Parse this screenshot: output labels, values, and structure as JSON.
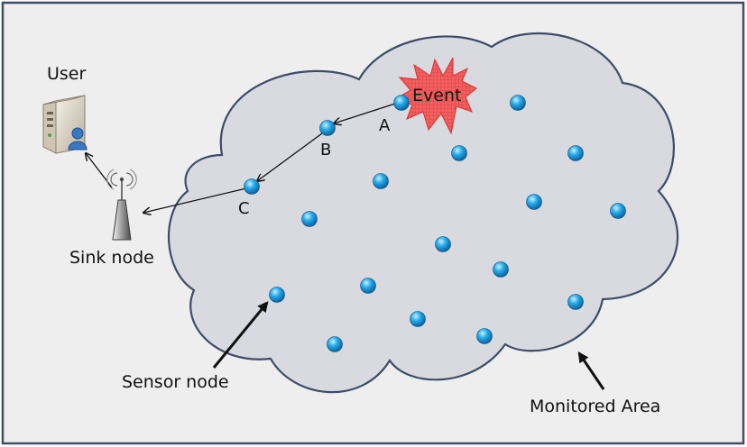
{
  "labels": {
    "user": "User",
    "sink_node": "Sink node",
    "event": "Event",
    "node_a": "A",
    "node_b": "B",
    "node_c": "C",
    "sensor_node": "Sensor node",
    "monitored_area": "Monitored Area"
  },
  "colors": {
    "frame_background": "#eeeeee",
    "frame_border": "#3f4f66",
    "cloud_fill": "#d9d9e0",
    "cloud_stroke": "#3e4c6a",
    "sensor_node": "#1aa0e0",
    "event_burst": "#f05050",
    "arrow": "#111111"
  },
  "icons": {
    "user": "computer-server-user-icon",
    "sink": "antenna-tower-icon",
    "event": "explosion-burst-icon",
    "sensor": "sphere-node-icon"
  }
}
